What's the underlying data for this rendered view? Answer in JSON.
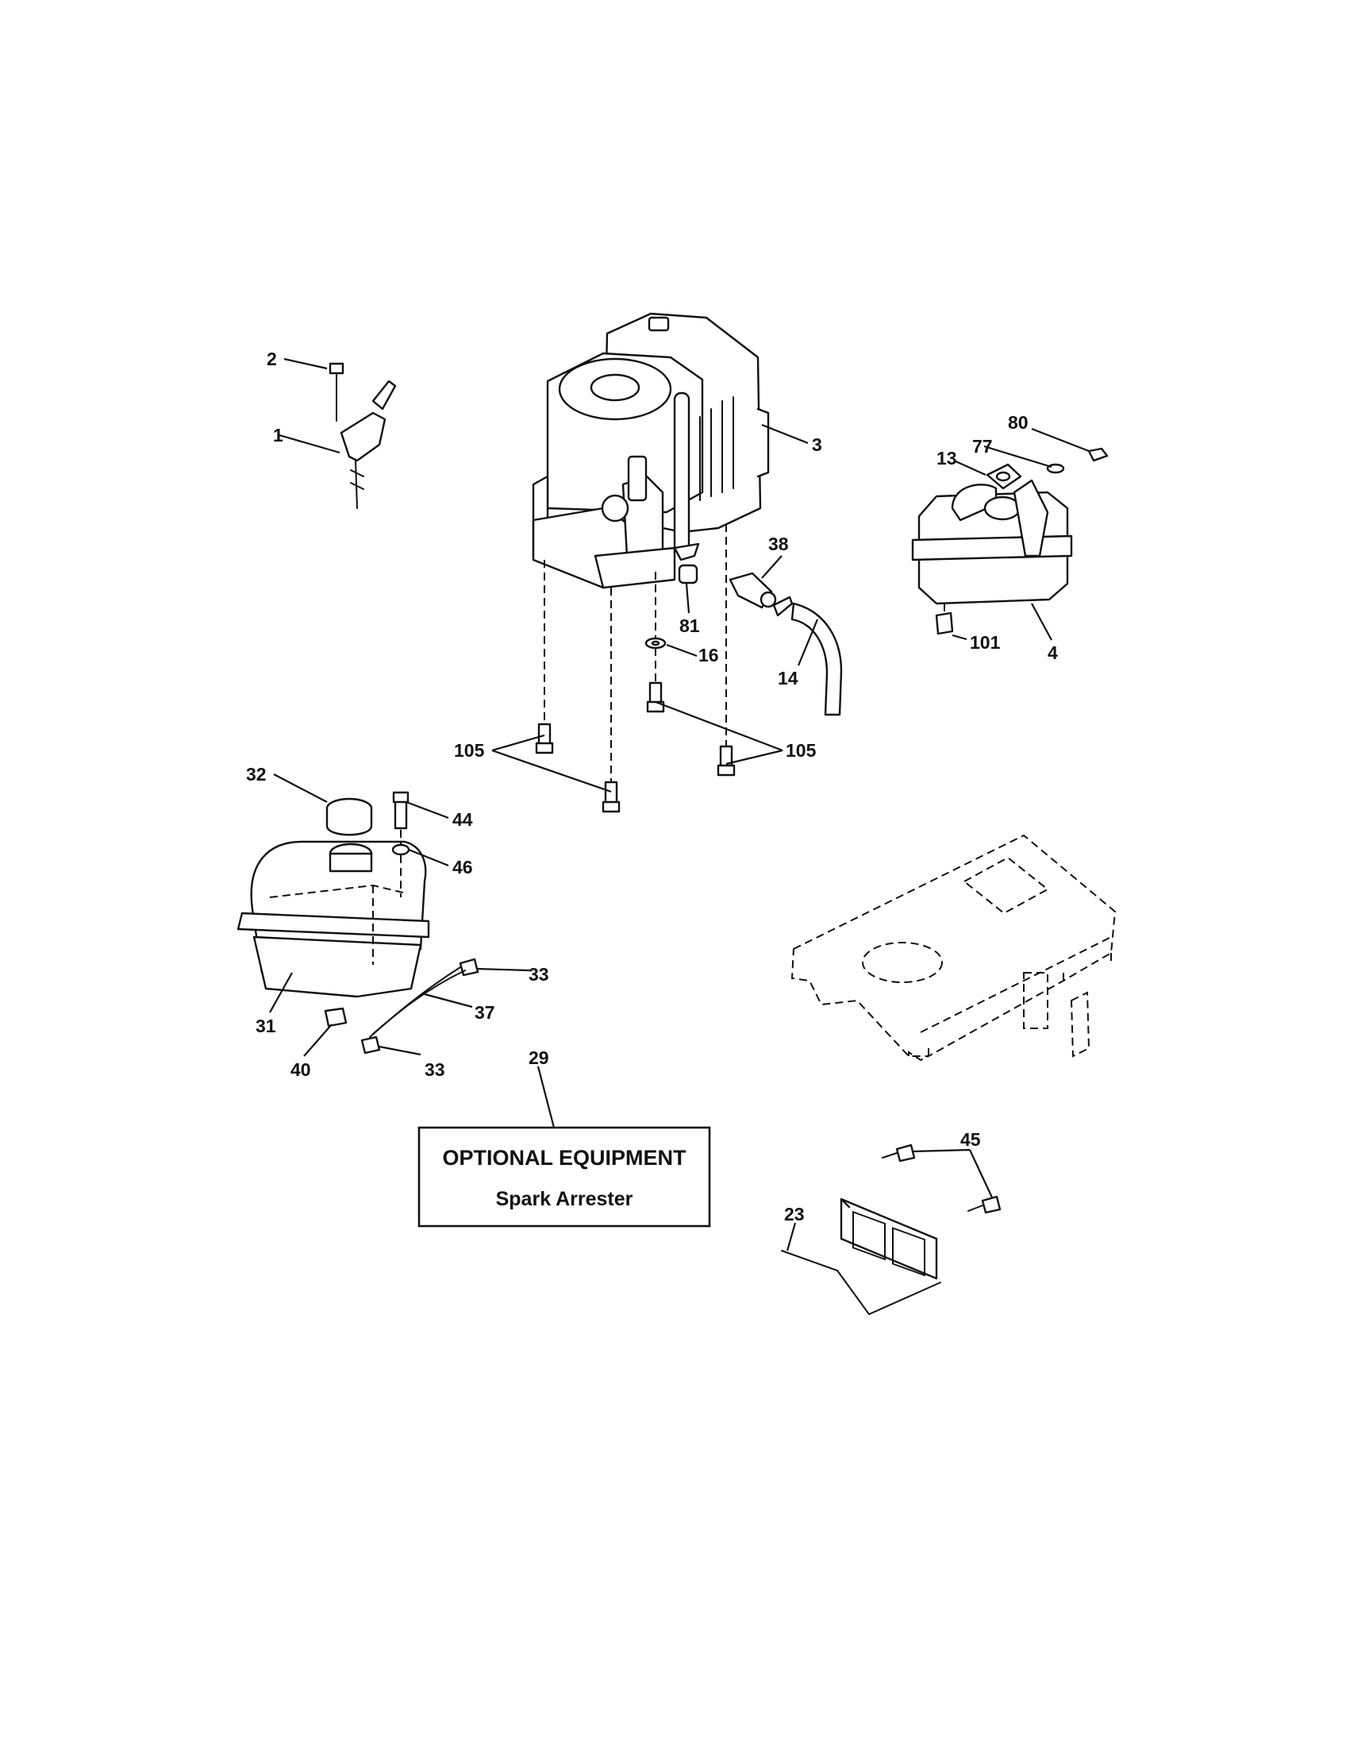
{
  "labels": {
    "p1": "1",
    "p2": "2",
    "p3": "3",
    "p4": "4",
    "p13": "13",
    "p14": "14",
    "p16": "16",
    "p23": "23",
    "p29": "29",
    "p31": "31",
    "p32": "32",
    "p33a": "33",
    "p33b": "33",
    "p37": "37",
    "p38": "38",
    "p40": "40",
    "p44": "44",
    "p45": "45",
    "p46": "46",
    "p77": "77",
    "p80": "80",
    "p81": "81",
    "p101": "101",
    "p105a": "105",
    "p105b": "105"
  },
  "note_box": {
    "title": "OPTIONAL EQUIPMENT",
    "subtitle": "Spark Arrester"
  }
}
